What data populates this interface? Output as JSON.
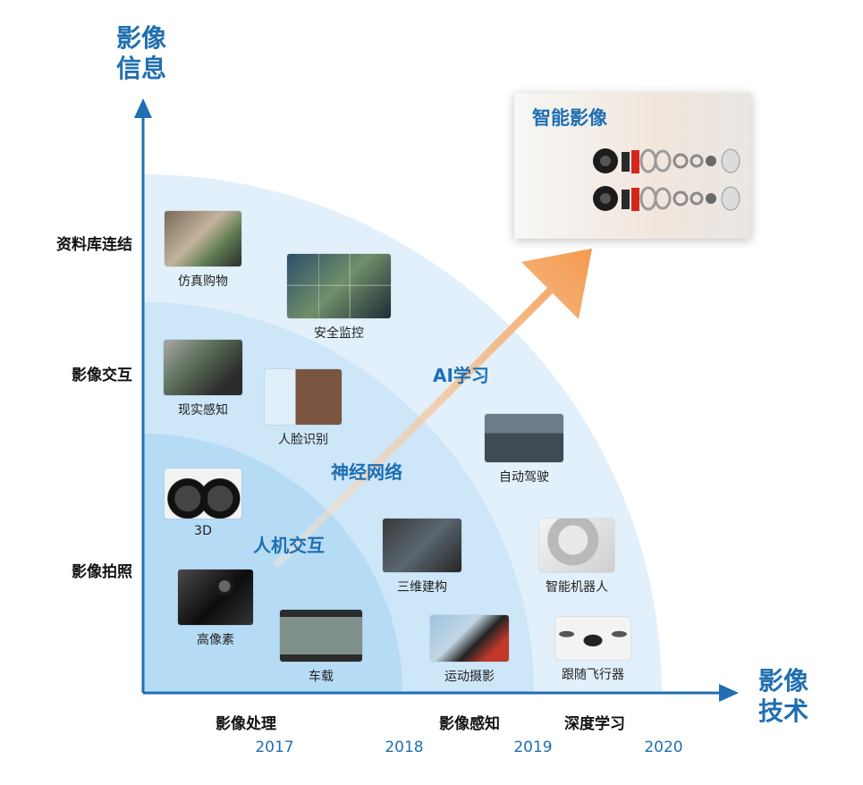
{
  "y_axis": {
    "title_line1": "影像",
    "title_line2": "信息"
  },
  "x_axis": {
    "title_line1": "影像",
    "title_line2": "技术"
  },
  "y_levels": [
    "资料库连结",
    "影像交互",
    "影像拍照"
  ],
  "x_levels": [
    "影像处理",
    "影像感知",
    "深度学习"
  ],
  "years": [
    "2017",
    "2018",
    "2019",
    "2020"
  ],
  "items": {
    "ar_shopping": "仿真购物",
    "security": "安全监控",
    "ar_reality": "现实感知",
    "face_id": "人脸识别",
    "camera_3d": "3D",
    "high_pixel": "高像素",
    "vehicle": "车载",
    "modeling_3d": "三维建构",
    "sports": "运动摄影",
    "autonomous": "自动驾驶",
    "robot": "智能机器人",
    "drone": "跟随飞行器"
  },
  "tech_labels": {
    "hci": "人机交互",
    "neural": "神经网络",
    "ai": "AI学习"
  },
  "smart_imaging": {
    "title": "智能影像"
  },
  "colors": {
    "axis": "#1f6fb2",
    "ring_outer": "#e2f0fb",
    "ring_mid": "#cde6f8",
    "ring_inner": "#b6dbf5",
    "arrow_start": "#fde9d6",
    "arrow_end": "#f39a4e"
  }
}
